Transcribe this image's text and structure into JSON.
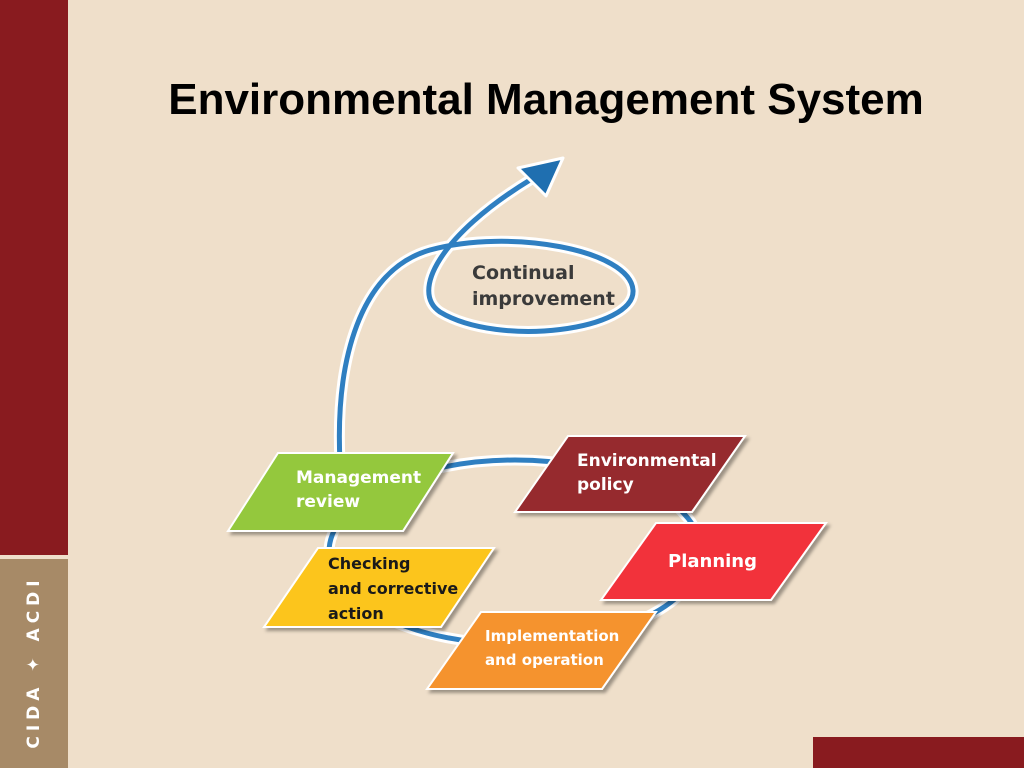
{
  "title": "Environmental Management System",
  "logo": {
    "left_text": "CIDA",
    "right_text": "ACDI"
  },
  "colors": {
    "sidebar": "#891b1f",
    "background": "#efdfca",
    "logo_panel": "#a78a67",
    "cycle_arrow": "#2f7fc1"
  },
  "center": {
    "label_lines": [
      "Continual",
      "improvement"
    ]
  },
  "stages": [
    {
      "id": "environmental-policy",
      "lines": [
        "Environmental",
        "policy"
      ],
      "color": "#96292d"
    },
    {
      "id": "planning",
      "lines": [
        "Planning"
      ],
      "color": "#f2323a"
    },
    {
      "id": "implementation-and-operation",
      "lines": [
        "Implementation",
        "and operation"
      ],
      "color": "#f5932f"
    },
    {
      "id": "checking-and-corrective-action",
      "lines": [
        "Checking",
        "and corrective",
        "action"
      ],
      "color": "#fcc51c"
    },
    {
      "id": "management-review",
      "lines": [
        "Management",
        "review"
      ],
      "color": "#94c83c"
    }
  ]
}
